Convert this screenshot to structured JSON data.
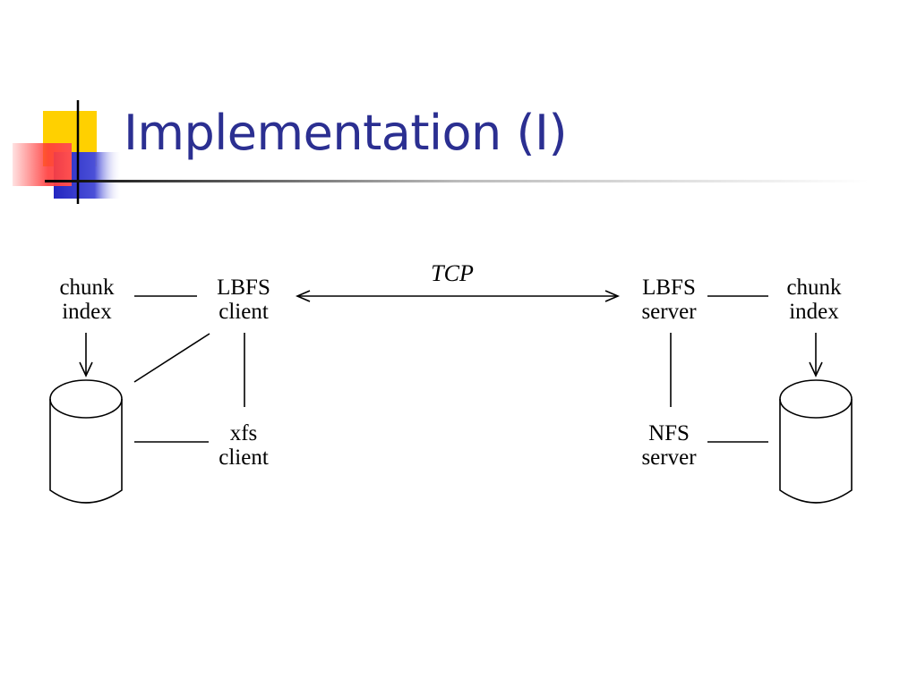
{
  "slide": {
    "title": "Implementation (I)"
  },
  "diagram": {
    "left": {
      "chunk_index": [
        "chunk",
        "index"
      ],
      "lbfs_client": [
        "LBFS",
        "client"
      ],
      "xfs_client": [
        "xfs",
        "client"
      ]
    },
    "connection": {
      "label": "TCP"
    },
    "right": {
      "lbfs_server": [
        "LBFS",
        "server"
      ],
      "chunk_index": [
        "chunk",
        "index"
      ],
      "nfs_server": [
        "NFS",
        "server"
      ]
    }
  },
  "colors": {
    "title": "#2b2f91",
    "deco_yellow": "#ffd000",
    "deco_red": "#ff4040",
    "deco_blue": "#2a2ec8"
  }
}
